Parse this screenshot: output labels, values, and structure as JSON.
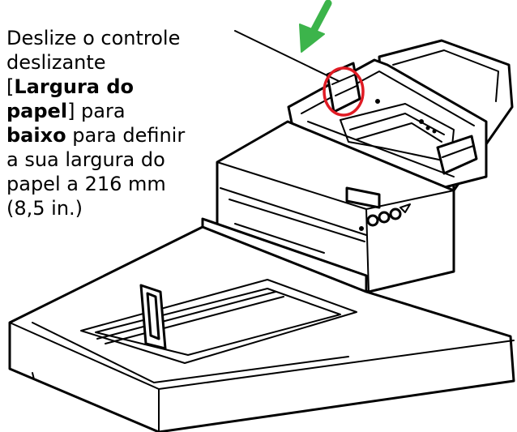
{
  "caption": {
    "line1": "Deslize o controle",
    "line2": "deslizante",
    "line3_open": "[",
    "line3_bold": "Largura do",
    "line4_bold": "papel",
    "line4_rest": "] para",
    "line5_bold": "baixo",
    "line5_rest": " para definir",
    "line6": "a sua largura do",
    "line7": "papel a 216 mm",
    "line8": "(8,5 in.)"
  },
  "colors": {
    "arrow": "#3cb44b",
    "highlight_circle": "#e01b24",
    "line": "#000000"
  },
  "icons": {
    "direction_arrow": "green-down-left-arrow",
    "highlight": "red-circle"
  }
}
